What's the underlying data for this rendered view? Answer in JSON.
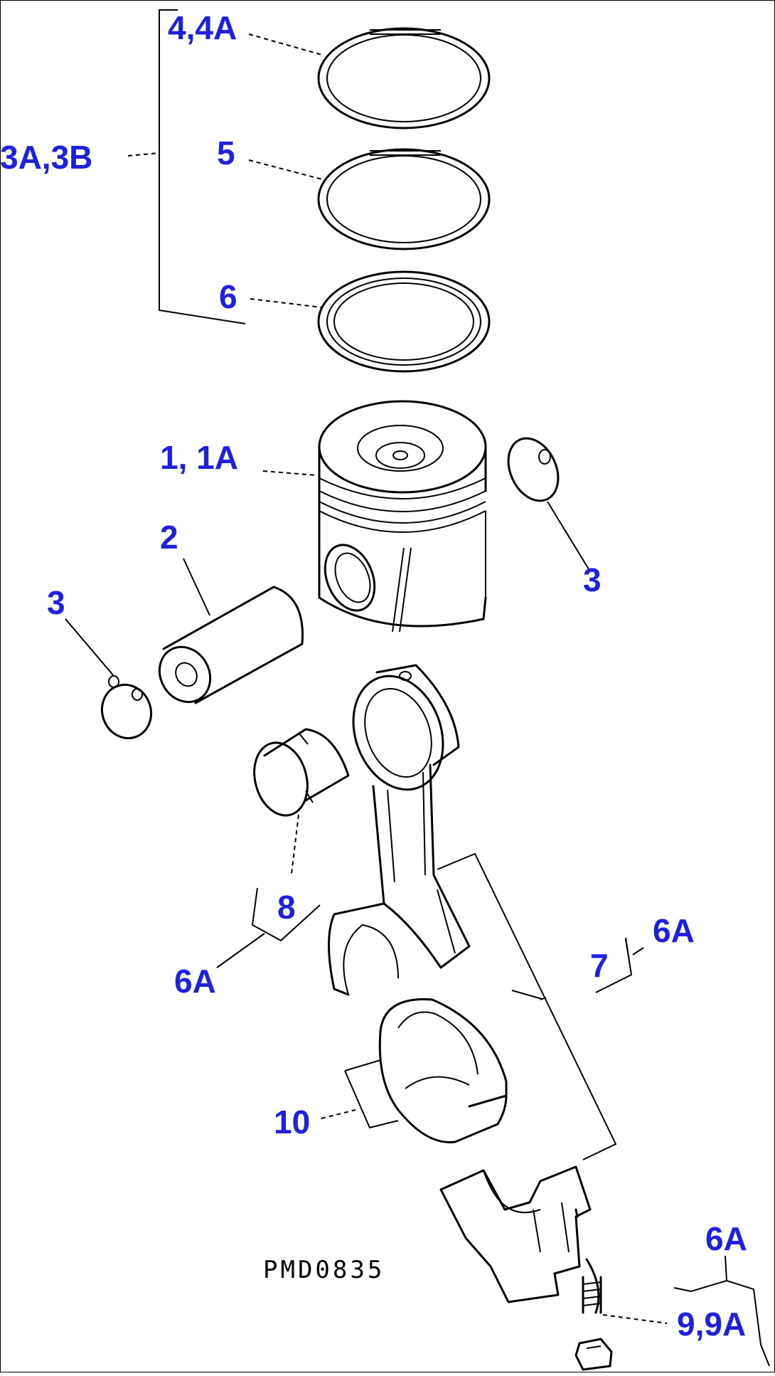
{
  "labels": {
    "ring_set": "3A,3B",
    "top_ring": "4,4A",
    "second_ring": "5",
    "oil_ring": "6",
    "piston": "1, 1A",
    "pin": "2",
    "snap_ring_left": "3",
    "snap_ring_right": "3",
    "small_end_bushing": "8",
    "bushing_ref": "6A",
    "connecting_rod": "7",
    "rod_ref": "6A",
    "rod_bearing": "10",
    "bolt": "9,9A",
    "bolt_ref": "6A"
  },
  "drawing_code": "PMD0835",
  "colors": {
    "label": "#1f1fe0",
    "line": "#000000",
    "background": "#ffffff"
  }
}
